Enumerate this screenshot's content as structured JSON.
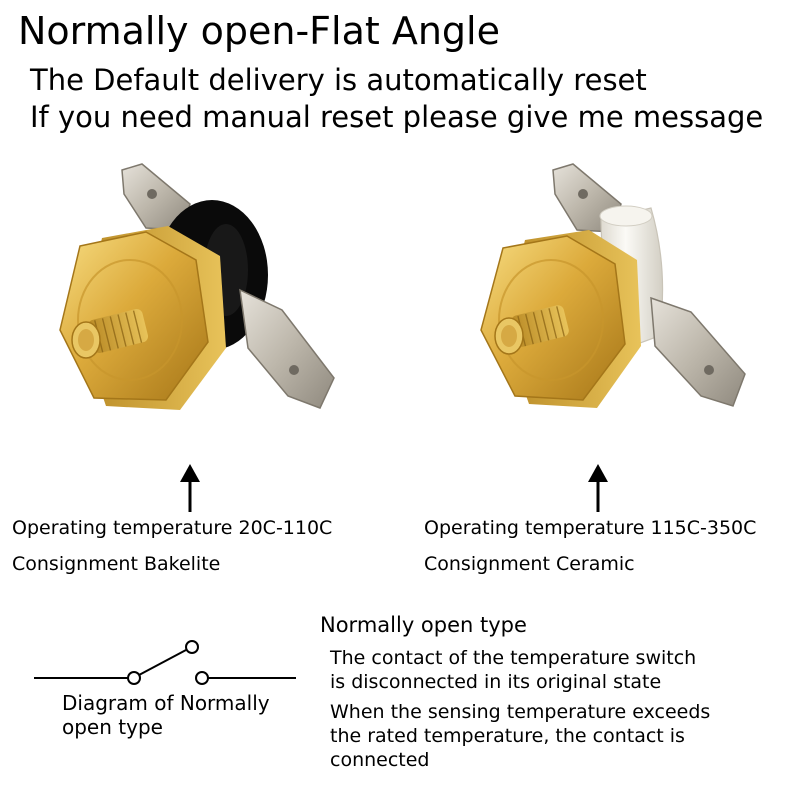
{
  "header": {
    "title": "Normally open-Flat Angle",
    "line1": "The Default delivery is automatically reset",
    "line2": "If you need manual reset please give me message"
  },
  "products": [
    {
      "temperature": "Operating temperature 20C-110C",
      "consignment": "Consignment Bakelite",
      "body_color": "#0a0a0a"
    },
    {
      "temperature": "Operating temperature 115C-350C",
      "consignment": "Consignment Ceramic",
      "body_color": "#f2f0ea"
    }
  ],
  "diagram": {
    "caption_line1": "Diagram of Normally",
    "caption_line2": "open type"
  },
  "description": {
    "heading": "Normally open type",
    "lines": [
      "The contact of the temperature switch",
      "is disconnected in its original state",
      "When the sensing temperature exceeds",
      "the rated temperature, the contact is",
      "connected"
    ]
  },
  "colors": {
    "brass": "#d9a93a",
    "brass_dark": "#a87a1c",
    "brass_light": "#f5d877",
    "metal": "#c7c2b8"
  }
}
